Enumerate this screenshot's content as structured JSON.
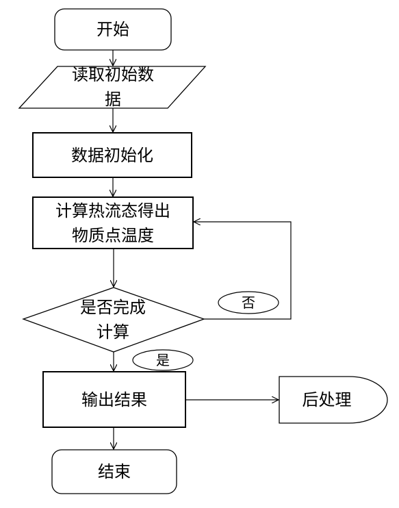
{
  "nodes": {
    "start": "开始",
    "read_data": "读取初始数\n据",
    "init_data": "数据初始化",
    "compute": "计算热流态得出\n物质点温度",
    "decision": "是否完成\n计算",
    "output": "输出结果",
    "post": "后处理",
    "end": "结束"
  },
  "edges": {
    "no_label": "否",
    "yes_label": "是"
  }
}
